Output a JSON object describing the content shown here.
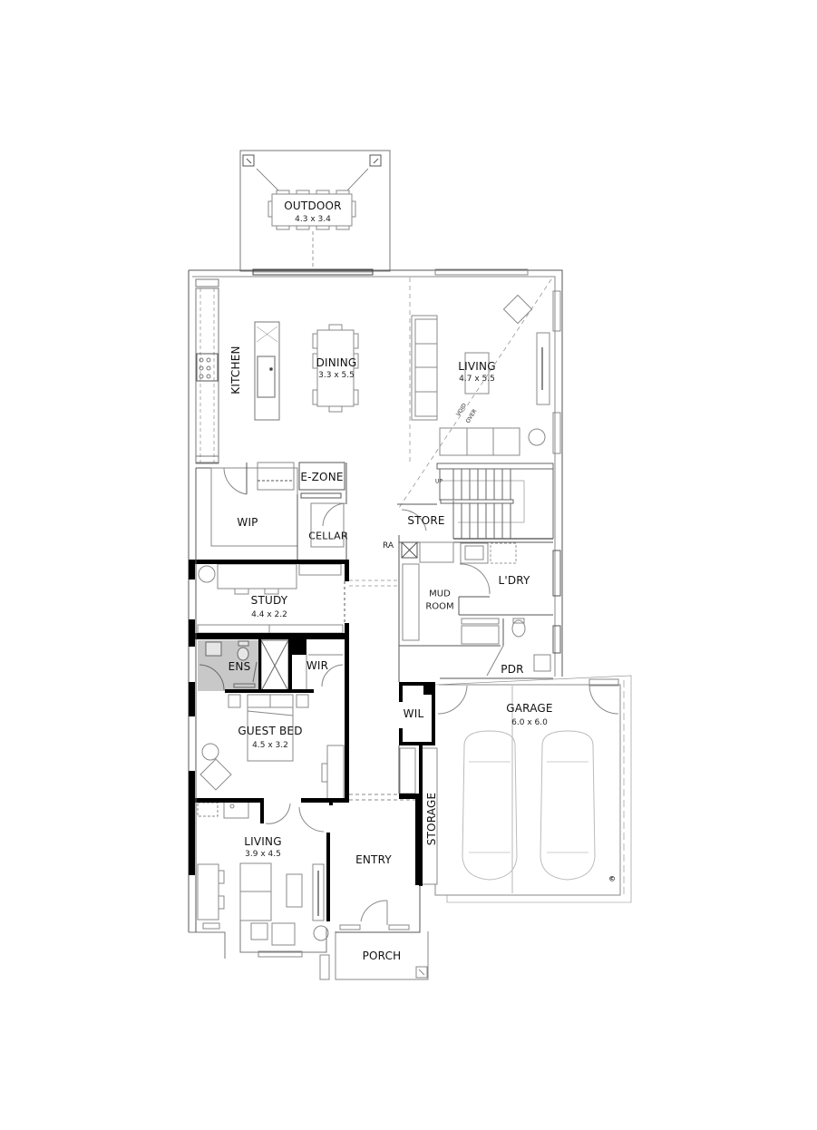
{
  "plan": {
    "colors": {
      "wall_solid": "#000000",
      "line": "#555555",
      "furniture": "#888888",
      "wet_area": "#c8c8c8",
      "background": "#ffffff"
    },
    "rooms": {
      "outdoor": {
        "name": "OUTDOOR",
        "size": "4.3 x 3.4"
      },
      "kitchen": {
        "name": "KITCHEN"
      },
      "dining": {
        "name": "DINING",
        "size": "3.3 x 5.5"
      },
      "living_upper": {
        "name": "LIVING",
        "size": "4.7 x 5.5"
      },
      "void": {
        "line1": "VOID",
        "line2": "OVER"
      },
      "ezone": {
        "name": "E-ZONE"
      },
      "wip": {
        "name": "WIP"
      },
      "cellar": {
        "name": "CELLAR"
      },
      "store": {
        "name": "STORE"
      },
      "ra": {
        "name": "RA"
      },
      "stairs": {
        "name": "UP"
      },
      "ldry": {
        "name": "L'DRY"
      },
      "mudroom": {
        "line1": "MUD",
        "line2": "ROOM"
      },
      "study": {
        "name": "STUDY",
        "size": "4.4 x 2.2"
      },
      "pdr": {
        "name": "PDR"
      },
      "ens": {
        "name": "ENS"
      },
      "wir": {
        "name": "WIR"
      },
      "wil": {
        "name": "WIL"
      },
      "guest_bed": {
        "name": "GUEST BED",
        "size": "4.5 x 3.2"
      },
      "garage": {
        "name": "GARAGE",
        "size": "6.0 x 6.0"
      },
      "storage": {
        "name": "STORAGE"
      },
      "living_lower": {
        "name": "LIVING",
        "size": "3.9 x 4.5"
      },
      "entry": {
        "name": "ENTRY"
      },
      "porch": {
        "name": "PORCH"
      },
      "copyright": {
        "symbol": "©"
      }
    }
  }
}
